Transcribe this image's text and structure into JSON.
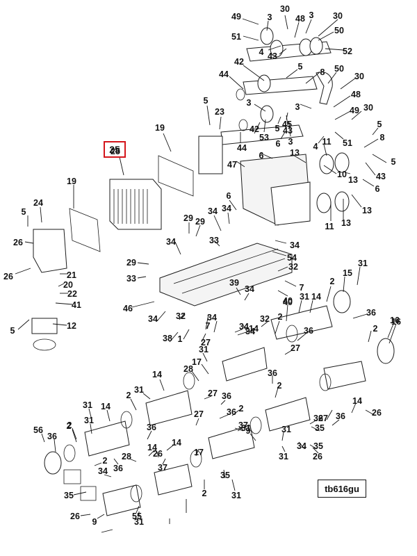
{
  "figure_id": "tb616gu",
  "highlighted_callout": "25",
  "colors": {
    "highlight": "#d4151b",
    "line": "#1a1a1a"
  },
  "callouts": [
    "49",
    "30",
    "3",
    "48",
    "3",
    "30",
    "51",
    "50",
    "4",
    "43",
    "52",
    "42",
    "44",
    "5",
    "8",
    "50",
    "30",
    "3",
    "48",
    "5",
    "23",
    "3",
    "49",
    "30",
    "43",
    "3",
    "51",
    "53",
    "5",
    "45",
    "19",
    "44",
    "42",
    "6",
    "4",
    "5",
    "8",
    "47",
    "6",
    "13",
    "11",
    "43",
    "5",
    "25",
    "10",
    "13",
    "6",
    "19",
    "6",
    "5",
    "24",
    "34",
    "34",
    "13",
    "11",
    "13",
    "29",
    "29",
    "34",
    "26",
    "33",
    "34",
    "54",
    "29",
    "32",
    "21",
    "33",
    "7",
    "20",
    "26",
    "22",
    "39",
    "34",
    "41",
    "40",
    "15",
    "31",
    "46",
    "2",
    "34",
    "31",
    "14",
    "36",
    "34",
    "7",
    "27",
    "40",
    "32",
    "16",
    "12",
    "32",
    "2",
    "34",
    "2",
    "1",
    "5",
    "14",
    "36",
    "38",
    "34",
    "27",
    "31",
    "16",
    "17",
    "28",
    "36",
    "2",
    "31",
    "14",
    "27",
    "2",
    "36",
    "36",
    "31",
    "14",
    "2",
    "31",
    "36",
    "14",
    "26",
    "35",
    "2",
    "27",
    "14",
    "36",
    "9",
    "14",
    "2",
    "36",
    "37",
    "31",
    "35",
    "26",
    "31",
    "34",
    "56",
    "36",
    "27",
    "17",
    "31",
    "2",
    "28",
    "37",
    "34",
    "36",
    "2",
    "26",
    "35",
    "9",
    "55",
    "26",
    "35",
    "31",
    "31"
  ]
}
